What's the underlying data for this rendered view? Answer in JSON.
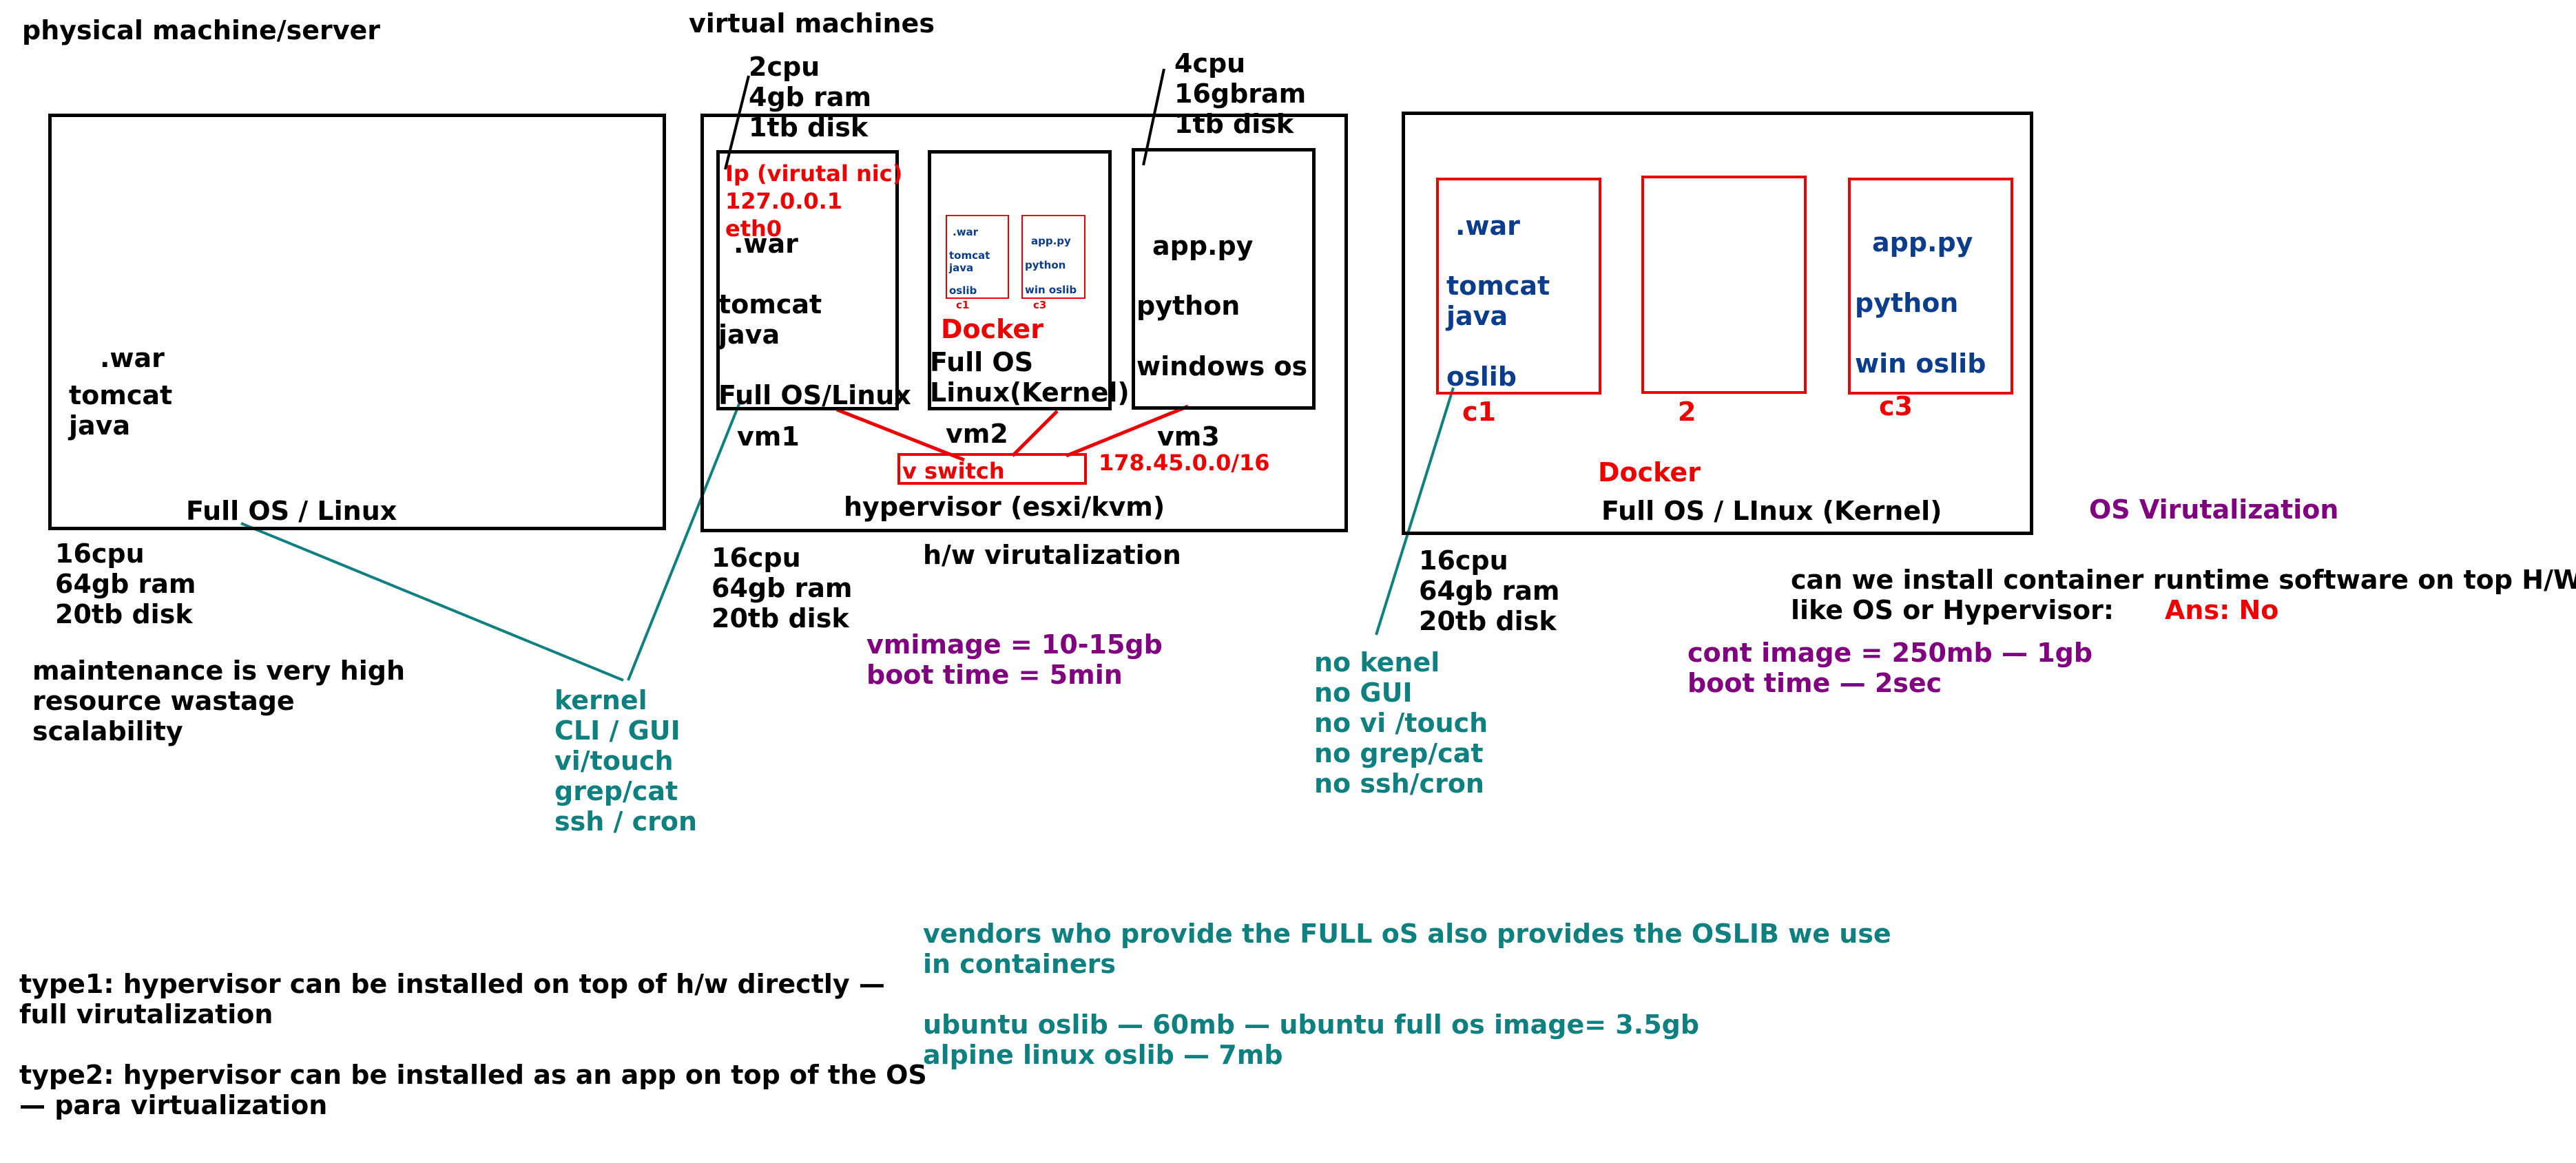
{
  "titles": {
    "physical": "physical machine/server",
    "virtual": "virtual machines"
  },
  "physical": {
    "war": ".war",
    "tomcat": "tomcat",
    "java": "java",
    "os": "Full OS / Linux",
    "specs": [
      "16cpu",
      "64gb ram",
      "20tb disk"
    ],
    "issues": [
      "maintenance is very high",
      "resource wastage",
      "scalability"
    ]
  },
  "vm_host": {
    "vm1_specs": [
      "2cpu",
      "4gb ram",
      "1tb disk"
    ],
    "vm3_specs": [
      "4cpu",
      "16gbram",
      "1tb disk"
    ],
    "vm1": {
      "nic": [
        "Ip (virutal nic)",
        "127.0.0.1",
        "eth0"
      ],
      "war": ".war",
      "tomcat": "tomcat",
      "java": "java",
      "os": "Full OS/Linux",
      "label": "vm1"
    },
    "vm2": {
      "c1_items": [
        ".war",
        "tomcat",
        "java",
        "oslib"
      ],
      "c1_label": "c1",
      "c3_items": [
        "app.py",
        "python",
        "win oslib"
      ],
      "c3_label": "c3",
      "docker": "Docker",
      "os_line1": "Full OS",
      "os_line2": "Linux(Kernel)",
      "label": "vm2"
    },
    "vm3": {
      "app": "app.py",
      "python": "python",
      "os": "windows os",
      "label": "vm3"
    },
    "vswitch": "v switch",
    "subnet": "178.45.0.0/16",
    "hypervisor": "hypervisor (esxi/kvm)",
    "hw_virt": "h/w virutalization",
    "specs": [
      "16cpu",
      "64gb ram",
      "20tb disk"
    ],
    "vmimage": "vmimage = 10-15gb",
    "boot": "boot time = 5min"
  },
  "full_os_features": [
    "kernel",
    "CLI / GUI",
    "vi/touch",
    "grep/cat",
    "ssh / cron"
  ],
  "docker_host": {
    "c1_items": [
      ".war",
      "tomcat",
      "java",
      "oslib"
    ],
    "c1_label": "c1",
    "c2_label": "2",
    "c3_items": [
      "app.py",
      "python",
      "win oslib"
    ],
    "c3_label": "c3",
    "docker": "Docker",
    "os": "Full OS / LInux (Kernel)",
    "os_virt": "OS Virutalization",
    "specs": [
      "16cpu",
      "64gb ram",
      "20tb disk"
    ],
    "no_features": [
      "no kenel",
      "no GUI",
      "no vi /touch",
      "no grep/cat",
      "no ssh/cron"
    ]
  },
  "question": {
    "line1": "can we install container runtime software on top H/W",
    "line2": "like OS or Hypervisor:",
    "answer": "Ans: No"
  },
  "container_stats": {
    "image": "cont image = 250mb — 1gb",
    "boot": "boot time — 2sec"
  },
  "vendors": {
    "line1": "vendors who provide the FULL oS also provides the OSLIB we use",
    "line2": "in containers",
    "ubuntu": "ubuntu oslib — 60mb — ubuntu full os image= 3.5gb",
    "alpine": "alpine linux oslib — 7mb"
  },
  "hypervisor_types": {
    "type1_line1": "type1: hypervisor can be installed on top of h/w directly —",
    "type1_line2": "full virutalization",
    "type2_line1": "type2: hypervisor can be installed as an app on top of the OS",
    "type2_line2": "— para virtualization"
  },
  "colors": {
    "red": "#ee0000",
    "blue": "#0b3d8c",
    "teal": "#0f8080",
    "purple": "#800080"
  }
}
